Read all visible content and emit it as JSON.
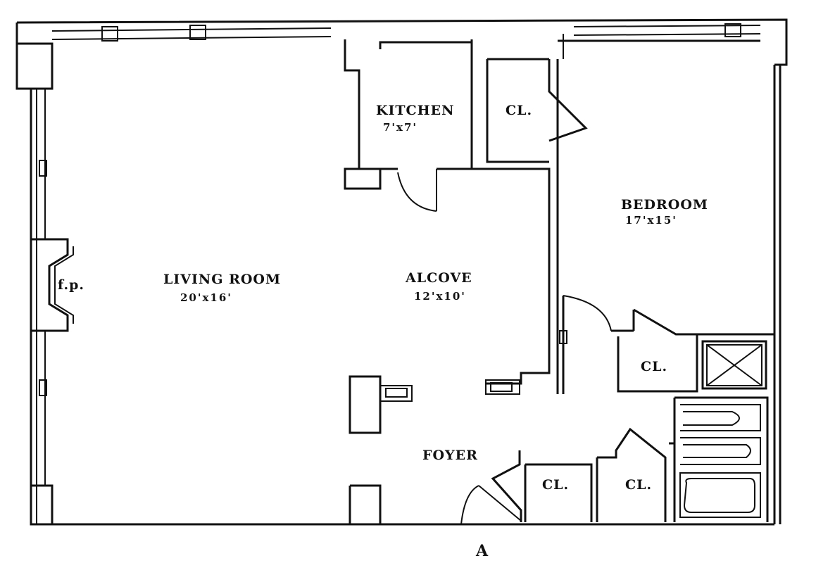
{
  "rooms": {
    "kitchen": {
      "name": "KITCHEN",
      "size": "7'x7'"
    },
    "closet_kitchen": {
      "name": "CL."
    },
    "bedroom": {
      "name": "BEDROOM",
      "size": "17'x15'"
    },
    "living_room": {
      "name": "LIVING ROOM",
      "size": "20'x16'"
    },
    "alcove": {
      "name": "ALCOVE",
      "size": "12'x10'"
    },
    "fireplace": {
      "name": "f.p."
    },
    "closet_bedroom": {
      "name": "CL."
    },
    "foyer": {
      "name": "FOYER"
    },
    "closet_foyer_left": {
      "name": "CL."
    },
    "closet_foyer_right": {
      "name": "CL."
    }
  },
  "entrance_marker": "A"
}
